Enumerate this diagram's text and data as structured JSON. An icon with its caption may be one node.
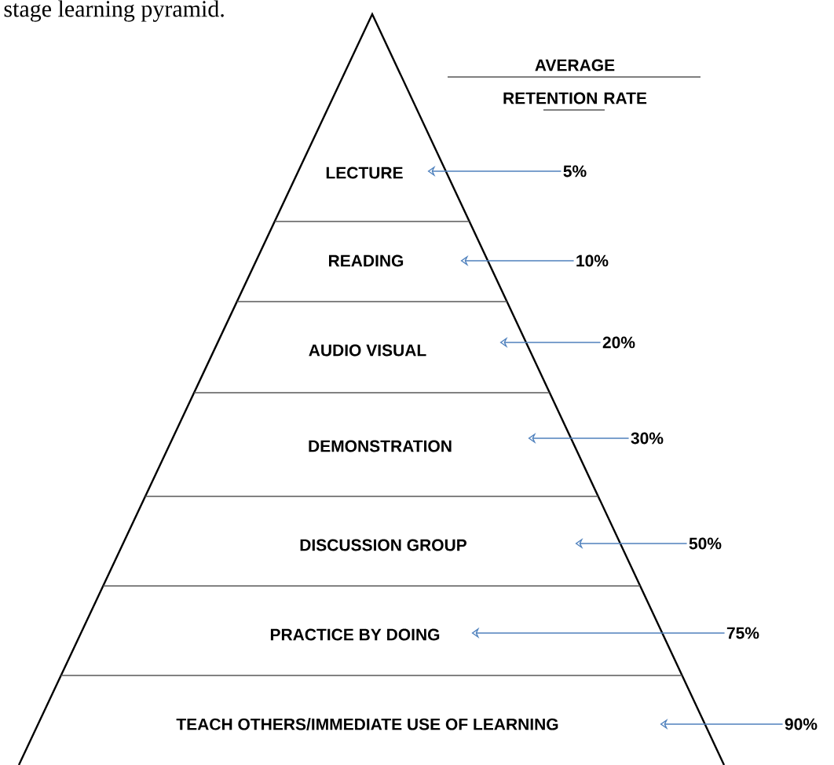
{
  "diagram": {
    "nodes": [
      {
        "text": [
          "LECTURE"
        ]
      },
      {
        "text": [
          "READING"
        ]
      },
      {
        "text": [
          "AUDIO VISUAL"
        ]
      },
      {
        "text": [
          "DEMONSTRATION"
        ]
      },
      {
        "text": [
          "DISCUSSION GROUP"
        ]
      },
      {
        "text": [
          "PRACTICE BY DOING"
        ]
      },
      {
        "text": [
          "TEACH OTHERS/IMMEDIATE USE OF LEARNING"
        ]
      },
      {
        "text": [
          "5%"
        ]
      },
      {
        "text": [
          "10%"
        ]
      },
      {
        "text": [
          "20%"
        ]
      },
      {
        "text": [
          "30%"
        ]
      },
      {
        "text": [
          "50%"
        ]
      },
      {
        "text": [
          "75%"
        ]
      },
      {
        "text": [
          "90%"
        ]
      }
    ],
    "edges": [
      {
        "from": 7,
        "to": 0,
        "arrow": "to"
      },
      {
        "from": 8,
        "to": 1,
        "arrow": "to"
      },
      {
        "from": 9,
        "to": 2,
        "arrow": "to"
      },
      {
        "from": 10,
        "to": 3,
        "arrow": "to"
      },
      {
        "from": 11,
        "to": 4,
        "arrow": "to"
      },
      {
        "from": 12,
        "to": 5,
        "arrow": "to"
      },
      {
        "from": 13,
        "to": 6,
        "arrow": "to"
      }
    ],
    "labels": [
      "stage learning pyramid.",
      "AVERAGE RETENTION RATE"
    ]
  }
}
